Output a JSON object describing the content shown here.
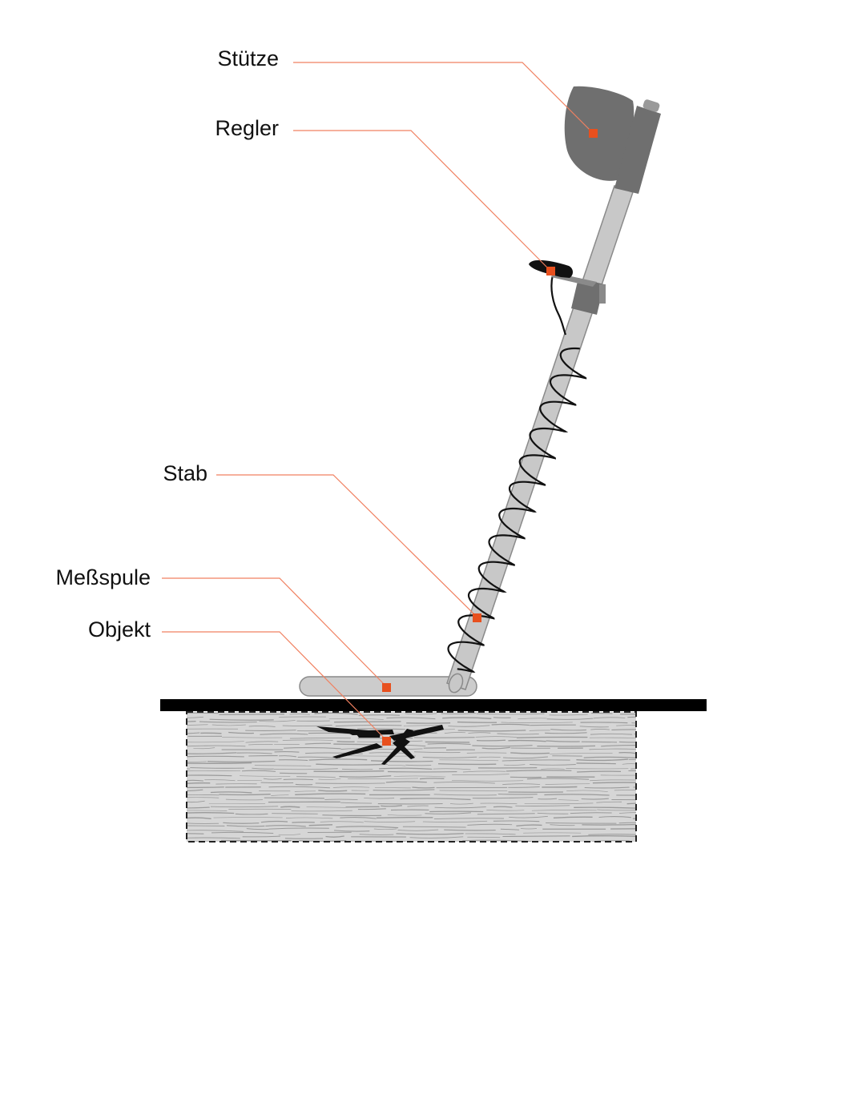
{
  "labels": {
    "stuetze": "Stütze",
    "regler": "Regler",
    "stab": "Stab",
    "messspule": "Meßspule",
    "objekt": "Objekt"
  },
  "colors": {
    "leader_line": "#f08060",
    "marker": "#e8501e",
    "rod": "#c8c8c8",
    "rod_outline": "#8a8a8a",
    "armrest": "#6f6f6f",
    "cable": "#111111",
    "coil": "#cccccc",
    "ground_line": "#000000",
    "soil": "#d6d6d6",
    "soil_texture": "#9a9a9a"
  },
  "icons": {
    "armrest": "armrest-shape",
    "controller": "control-box-shape",
    "object": "buried-shards-shape"
  }
}
